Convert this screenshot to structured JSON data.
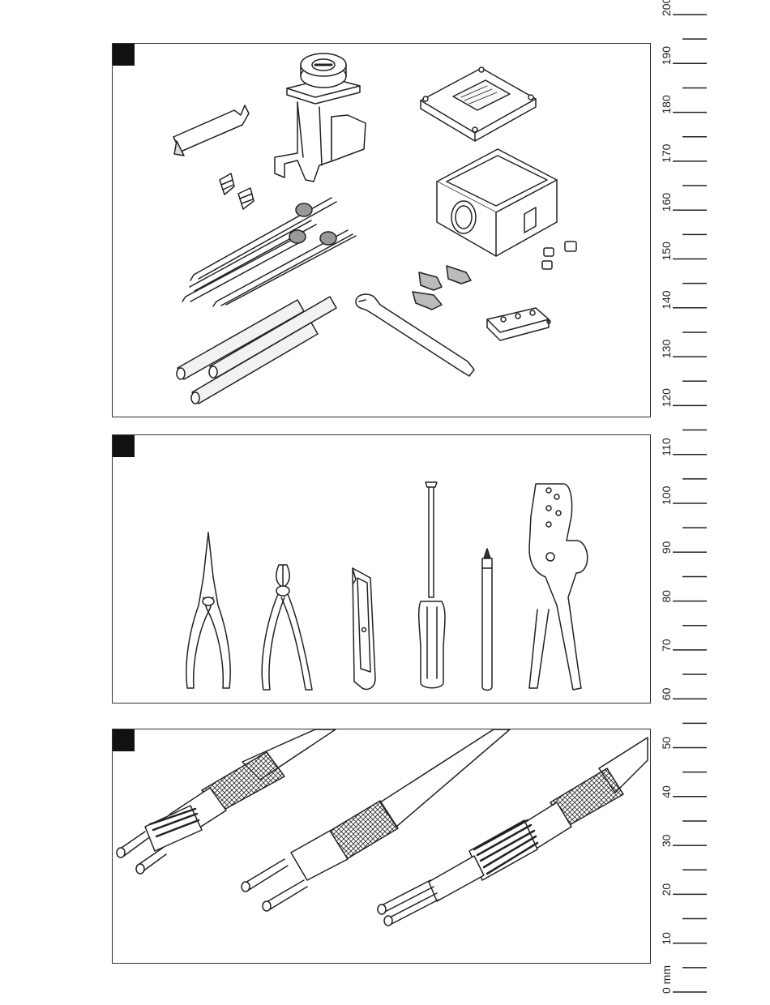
{
  "ruler": {
    "unit": "mm",
    "zero_label": "0 mm",
    "major_labels": [
      "10",
      "20",
      "30",
      "40",
      "50",
      "60",
      "70",
      "80",
      "90",
      "100",
      "110",
      "120",
      "130",
      "140",
      "150",
      "160",
      "170",
      "180",
      "190",
      "200"
    ]
  },
  "panels": [
    {
      "id": "kit-components",
      "marker": ""
    },
    {
      "id": "tools",
      "marker": ""
    },
    {
      "id": "heating-cables",
      "marker": ""
    }
  ],
  "icons": [
    "sealant-tube-icon",
    "gland-stand-icon",
    "grommet-icon",
    "end-seal-icon",
    "heat-shrink-tube-icon",
    "spanner-wrench-icon",
    "junction-box-lid-icon",
    "junction-box-icon",
    "ferrule-icon",
    "wire-nut-icon",
    "terminal-block-icon",
    "needle-nose-pliers-icon",
    "side-cutter-icon",
    "utility-knife-icon",
    "screwdriver-icon",
    "marker-pen-icon",
    "crimping-tool-icon",
    "heating-cable-icon"
  ]
}
